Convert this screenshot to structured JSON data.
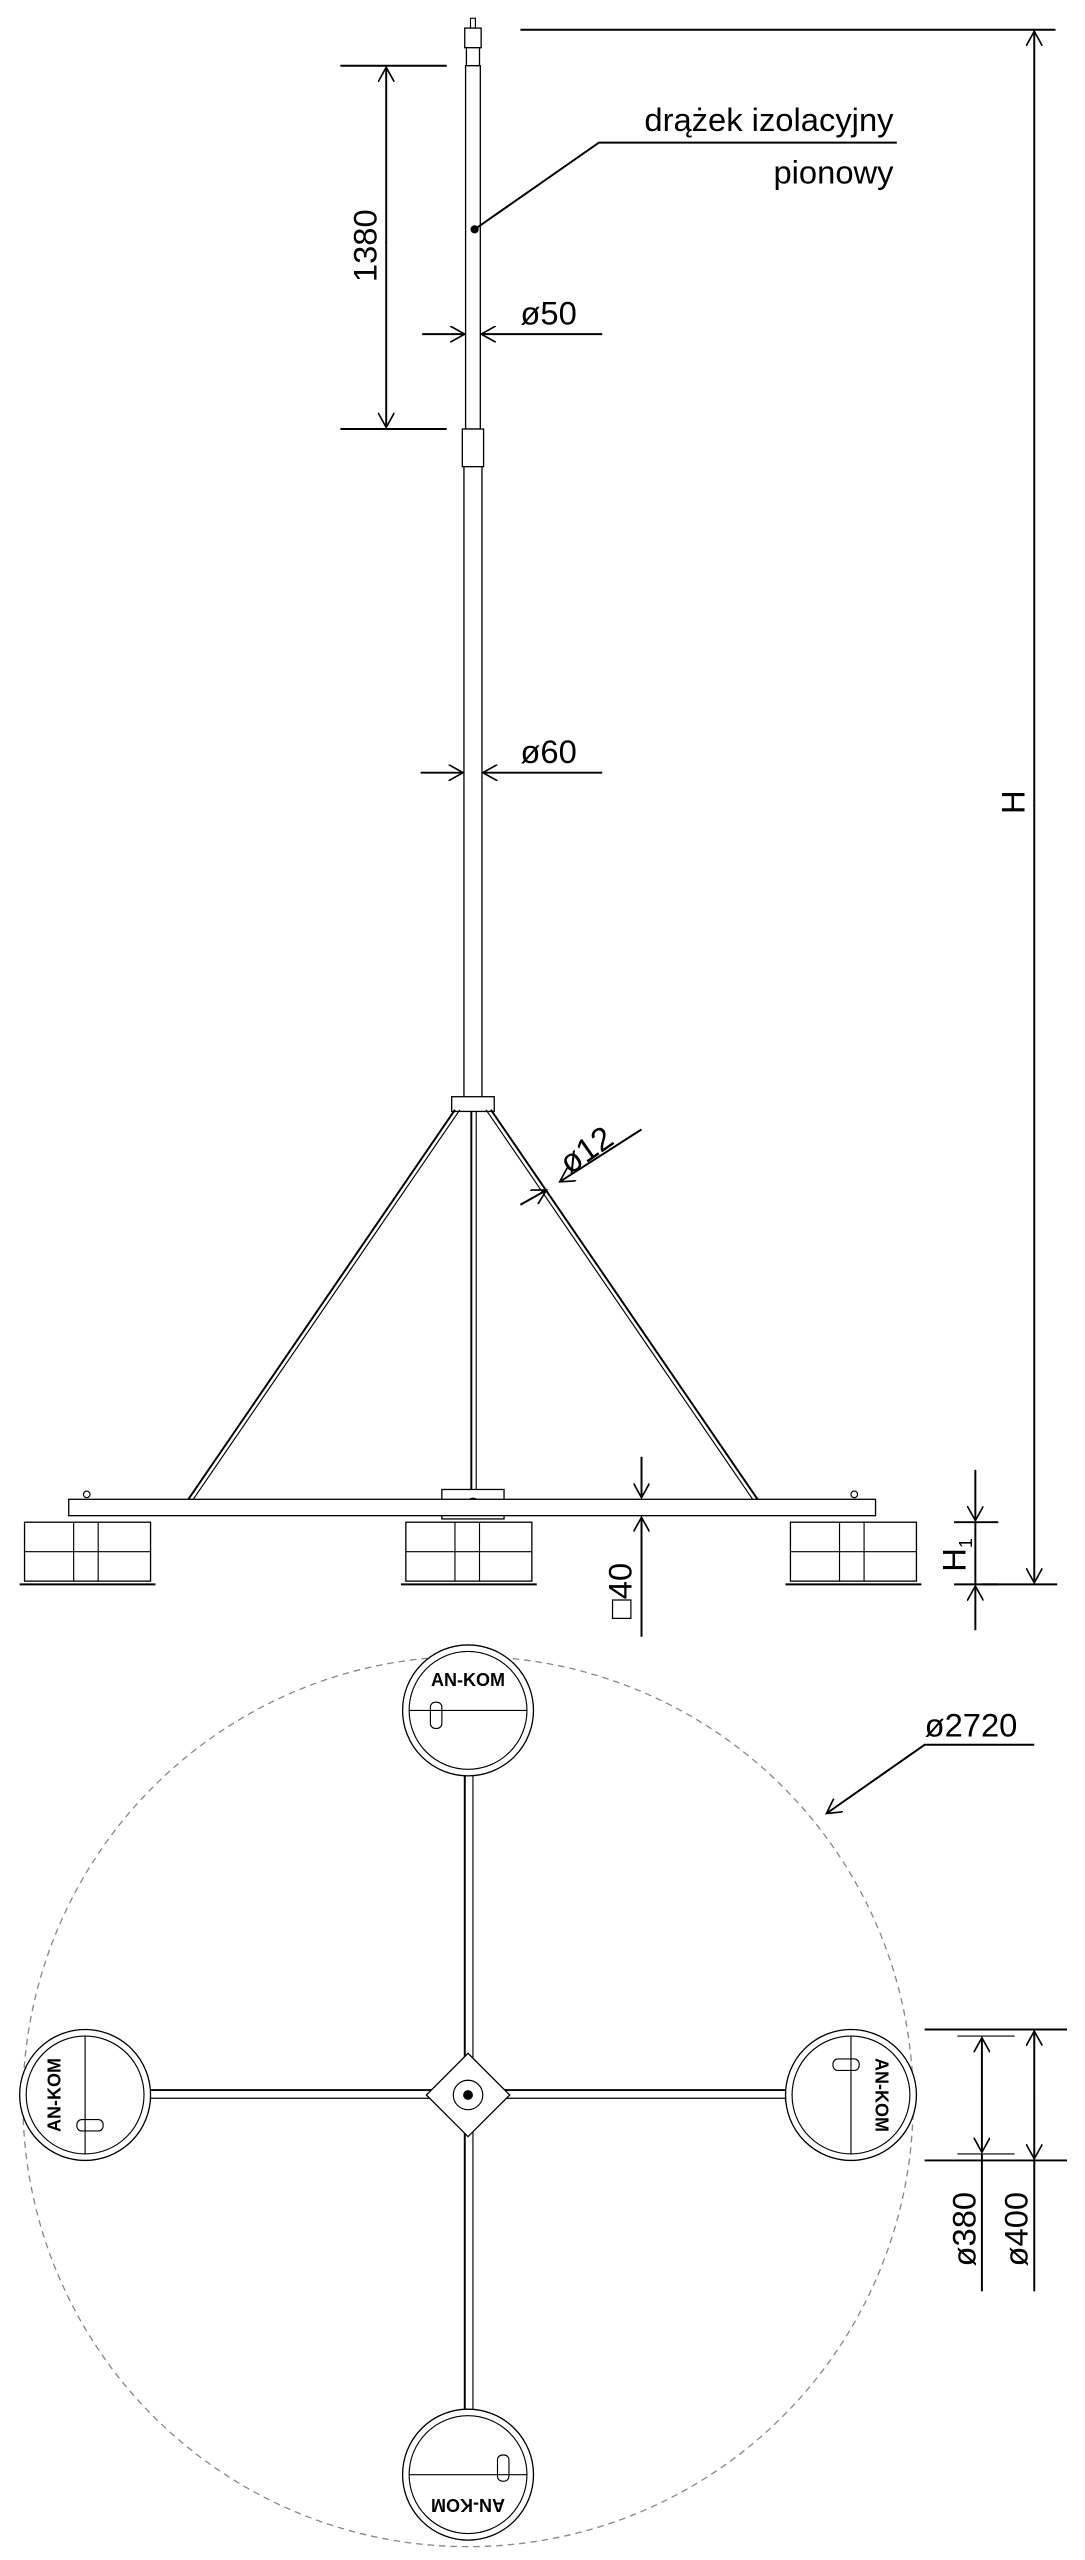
{
  "drawing": {
    "label_line1": "drążek izolacyjny",
    "label_line2": "pionowy",
    "dim_1380": "1380",
    "dim_d50": "ø50",
    "dim_d60": "ø60",
    "dim_d12": "ø12",
    "dim_H": "H",
    "dim_H1": "H",
    "dim_H1_sub": "1",
    "dim_sq40": "□40",
    "dim_d2720": "ø2720",
    "dim_d380": "ø380",
    "dim_d400": "ø400",
    "brand": "AN-KOM"
  }
}
